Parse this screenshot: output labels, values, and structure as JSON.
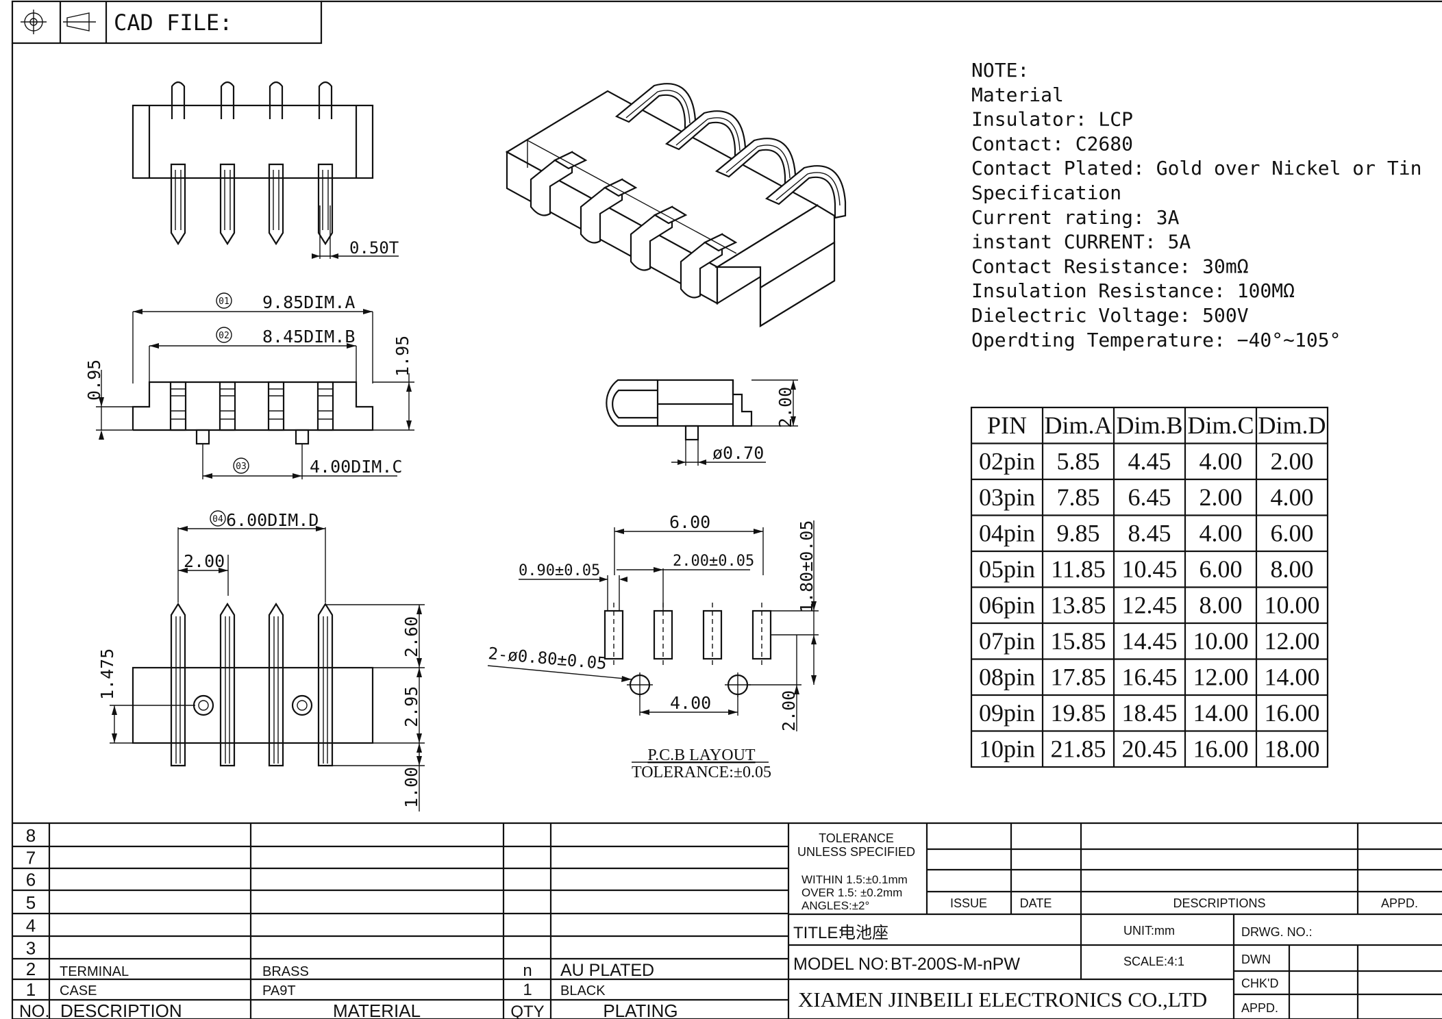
{
  "header": {
    "cad_file_label": "CAD FILE:",
    "projection_icon": "third-angle-projection-icon"
  },
  "dims": {
    "pin_thickness": "0.50T",
    "dim_a_marker": "01",
    "dim_a": "9.85DIM.A",
    "dim_b_marker": "02",
    "dim_b": "8.45DIM.B",
    "dim_c_marker": "03",
    "dim_c": "4.00DIM.C",
    "dim_d_marker": "04",
    "dim_d": "6.00DIM.D",
    "height_095": "0.95",
    "height_195": "1.95",
    "pitch_200": "2.00",
    "height_1475": "1.475",
    "height_260": "2.60",
    "height_295": "2.95",
    "height_100": "1.00",
    "side_height": "2.00",
    "post_diameter": "ø0.70"
  },
  "pcb": {
    "width": "6.00",
    "pad_width": "0.90±0.05",
    "pad_pitch": "2.00±0.05",
    "pad_length": "1.80±0.05",
    "holes": "2-ø0.80±0.05",
    "hole_pitch": "4.00",
    "hole_offset": "2.00",
    "title": "P.C.B LAYOUT",
    "tolerance": "TOLERANCE:±0.05"
  },
  "notes": [
    "NOTE:",
    "Material",
    "Insulator: LCP",
    "Contact: C2680",
    "Contact Plated: Gold over Nickel or Tin",
    "Specification",
    "Current rating: 3A",
    "instant CURRENT: 5A",
    "Contact Resistance: 30mΩ",
    "Insulation Resistance: 100MΩ",
    "Dielectric Voltage: 500V",
    "Operdting Temperature: −40°∼105°"
  ],
  "dim_table": {
    "headers": [
      "PIN",
      "Dim.A",
      "Dim.B",
      "Dim.C",
      "Dim.D"
    ],
    "rows": [
      [
        "02pin",
        "5.85",
        "4.45",
        "4.00",
        "2.00"
      ],
      [
        "03pin",
        "7.85",
        "6.45",
        "2.00",
        "4.00"
      ],
      [
        "04pin",
        "9.85",
        "8.45",
        "4.00",
        "6.00"
      ],
      [
        "05pin",
        "11.85",
        "10.45",
        "6.00",
        "8.00"
      ],
      [
        "06pin",
        "13.85",
        "12.45",
        "8.00",
        "10.00"
      ],
      [
        "07pin",
        "15.85",
        "14.45",
        "10.00",
        "12.00"
      ],
      [
        "08pin",
        "17.85",
        "16.45",
        "12.00",
        "14.00"
      ],
      [
        "09pin",
        "19.85",
        "18.45",
        "14.00",
        "16.00"
      ],
      [
        "10pin",
        "21.85",
        "20.45",
        "16.00",
        "18.00"
      ]
    ]
  },
  "bom": {
    "row_numbers": [
      "8",
      "7",
      "6",
      "5",
      "4",
      "3",
      "2",
      "1"
    ],
    "row2": {
      "description": "TERMINAL",
      "material": "BRASS",
      "qty": "n",
      "plating": "AU PLATED"
    },
    "row1": {
      "description": "CASE",
      "material": "PA9T",
      "qty": "1",
      "plating": "BLACK"
    },
    "headers": {
      "no": "NO.",
      "description": "DESCRIPTION",
      "material": "MATERIAL",
      "qty": "QTY",
      "plating": "PLATING"
    }
  },
  "title_block": {
    "tolerance_1": "TOLERANCE",
    "tolerance_2": "UNLESS SPECIFIED",
    "within": "WITHIN 1.5:±0.1mm",
    "over": "OVER 1.5: ±0.2mm",
    "angles": "ANGLES:±2°",
    "issue": "ISSUE",
    "date": "DATE",
    "descriptions": "DESCRIPTIONS",
    "appd": "APPD.",
    "title_label": "TITLE:",
    "title_value": "电池座",
    "unit": "UNIT:mm",
    "drwg_no": "DRWG. NO.:",
    "model_label": "MODEL NO:",
    "model_value": "BT-200S-M-nPW",
    "scale": "SCALE:4:1",
    "dwn": "DWN",
    "chkd": "CHK'D",
    "appd2": "APPD.",
    "company": "XIAMEN JINBEILI ELECTRONICS CO.,LTD"
  }
}
